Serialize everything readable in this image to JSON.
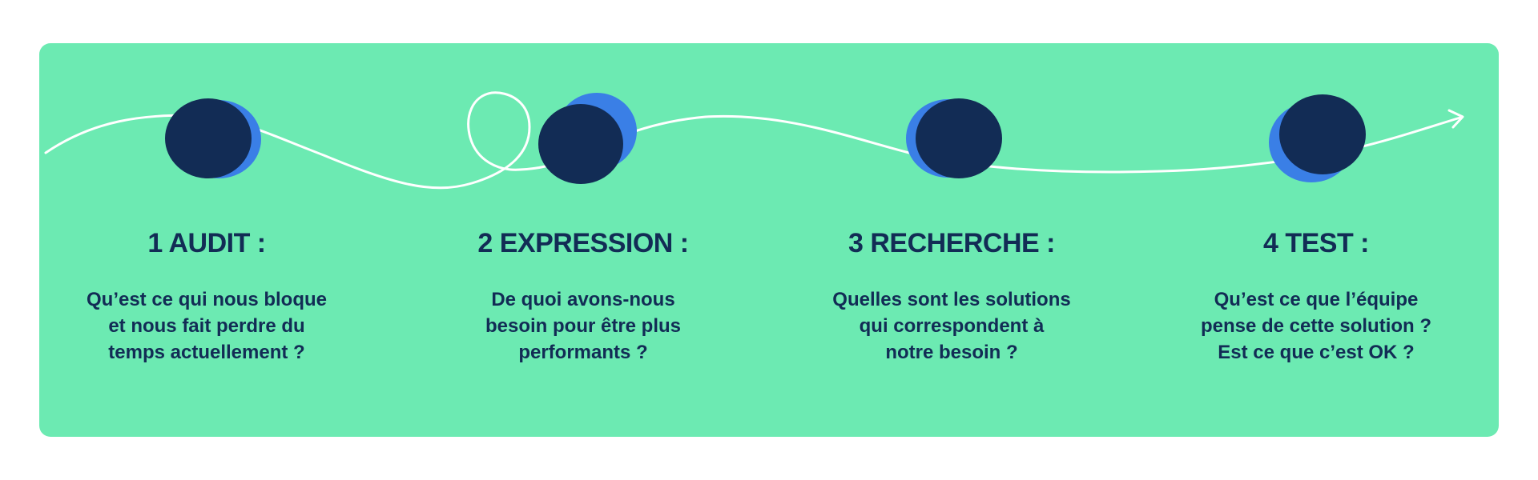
{
  "colors": {
    "background": "#6ceab2",
    "dot_primary": "#122c55",
    "dot_shadow": "#3a7fe6",
    "path": "#ffffff",
    "text": "#122c55"
  },
  "steps": [
    {
      "title": "1 AUDIT :",
      "description": "Qu’est ce qui nous bloque\net nous fait perdre du\ntemps actuellement ?"
    },
    {
      "title": "2 EXPRESSION :",
      "description": "De quoi avons-nous\nbesoin pour être plus\nperformants ?"
    },
    {
      "title": "3 RECHERCHE :",
      "description": "Quelles sont les solutions\nqui correspondent à\nnotre besoin ?"
    },
    {
      "title": "4 TEST :",
      "description": "Qu’est ce que l’équipe\npense de cette solution ?\nEst ce que c’est OK ?"
    }
  ]
}
